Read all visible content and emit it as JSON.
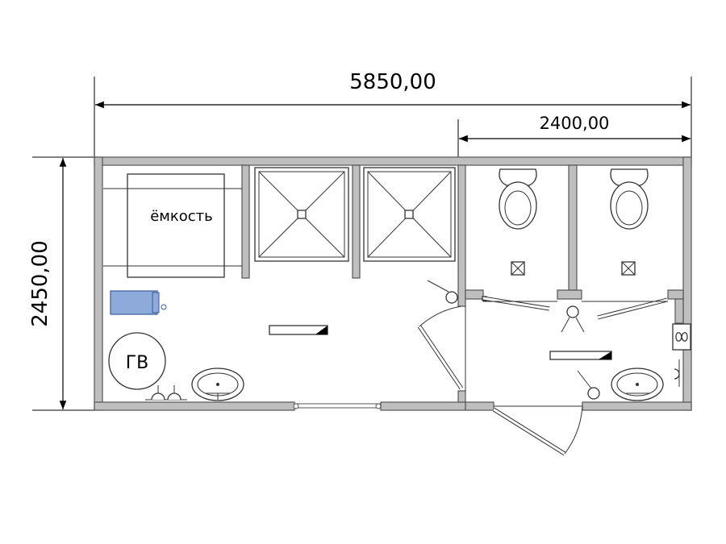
{
  "dimensions": {
    "overall_length": "5850,00",
    "toilet_block_length": "2400,00",
    "width": "2450,00"
  },
  "labels": {
    "tank": "ёмкость",
    "water_heater": "ГВ"
  },
  "colors": {
    "wall_fill": "#bfbfbf",
    "heater_fill": "#8eaadb"
  },
  "icons": {
    "exhaust_fan": "infinity-symbol-icon"
  }
}
